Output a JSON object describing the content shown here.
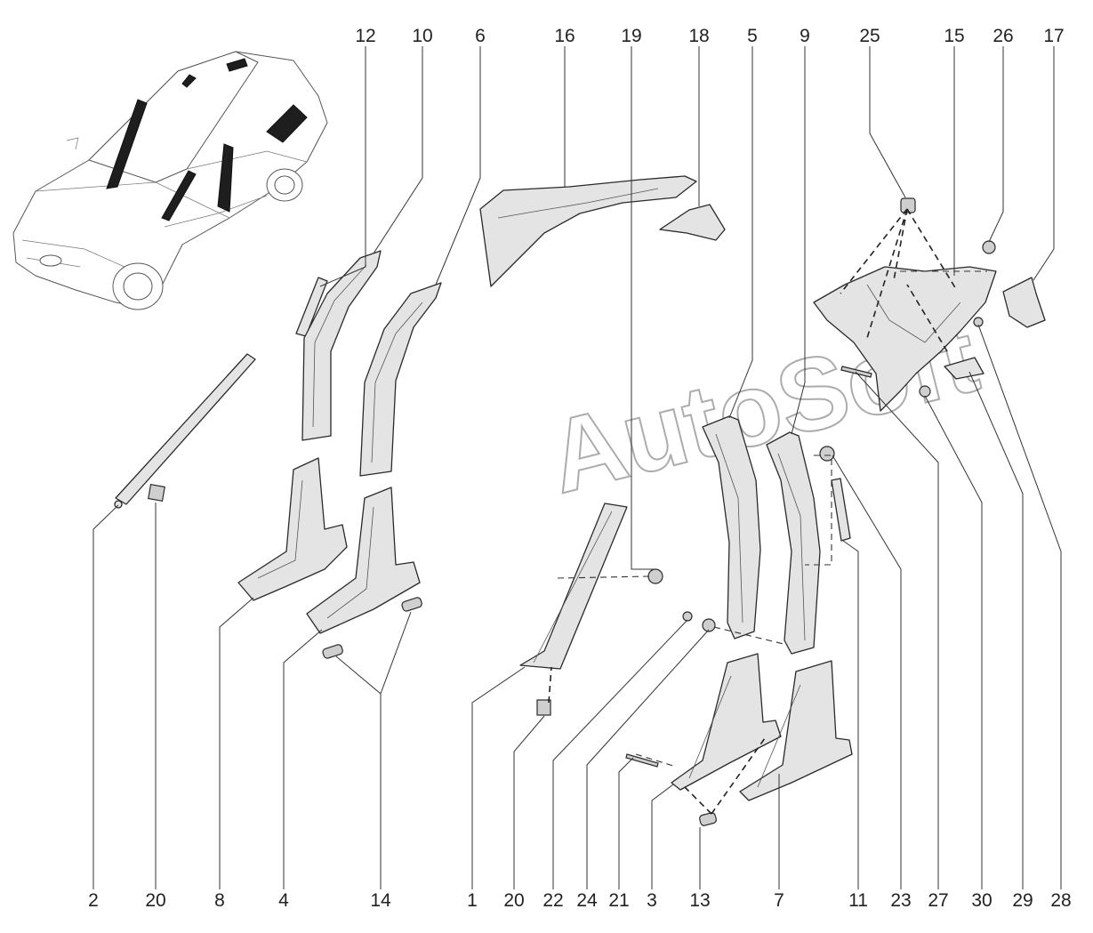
{
  "watermark": "AutoSoft",
  "top_callouts": [
    "12",
    "10",
    "6",
    "16",
    "19",
    "18",
    "5",
    "9",
    "25",
    "15",
    "26",
    "17"
  ],
  "bottom_callouts": [
    "2",
    "20",
    "8",
    "4",
    "14",
    "1",
    "20",
    "22",
    "24",
    "21",
    "3",
    "13",
    "7",
    "11",
    "23",
    "27",
    "30",
    "29",
    "28"
  ]
}
